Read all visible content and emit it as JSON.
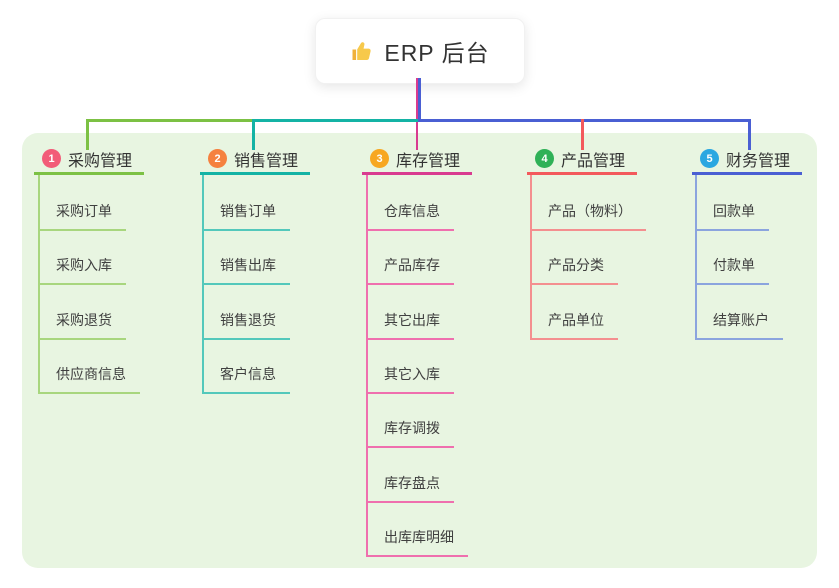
{
  "root": {
    "title": "ERP 后台",
    "icon": "thumbs-up-icon",
    "icon_color": "#f7c331"
  },
  "theme": {
    "page_background": "#ffffff",
    "panel_background": "#e8f5e1",
    "card_background": "#ffffff",
    "title_text_color": "#333333",
    "child_text_color": "#404040"
  },
  "branches": [
    {
      "index": "1",
      "label": "采购管理",
      "badge_color": "#f25c78",
      "line_color": "#7cc144",
      "child_line_color": "#a8d67e",
      "children": [
        "采购订单",
        "采购入库",
        "采购退货",
        "供应商信息"
      ]
    },
    {
      "index": "2",
      "label": "销售管理",
      "badge_color": "#f5813f",
      "line_color": "#14b3a5",
      "child_line_color": "#53c8bb",
      "children": [
        "销售订单",
        "销售出库",
        "销售退货",
        "客户信息"
      ]
    },
    {
      "index": "3",
      "label": "库存管理",
      "badge_color": "#f7a721",
      "line_color": "#d93b90",
      "child_line_color": "#ef6fae",
      "children": [
        "仓库信息",
        "产品库存",
        "其它出库",
        "其它入库",
        "库存调拨",
        "库存盘点",
        "出库库明细"
      ]
    },
    {
      "index": "4",
      "label": "产品管理",
      "badge_color": "#2fb157",
      "line_color": "#f3595c",
      "child_line_color": "#f48f8f",
      "children": [
        "产品（物料）",
        "产品分类",
        "产品单位"
      ]
    },
    {
      "index": "5",
      "label": "财务管理",
      "badge_color": "#2aa7e1",
      "line_color": "#4a5fd3",
      "child_line_color": "#8ba4de",
      "children": [
        "回款单",
        "付款单",
        "结算账户"
      ]
    }
  ]
}
